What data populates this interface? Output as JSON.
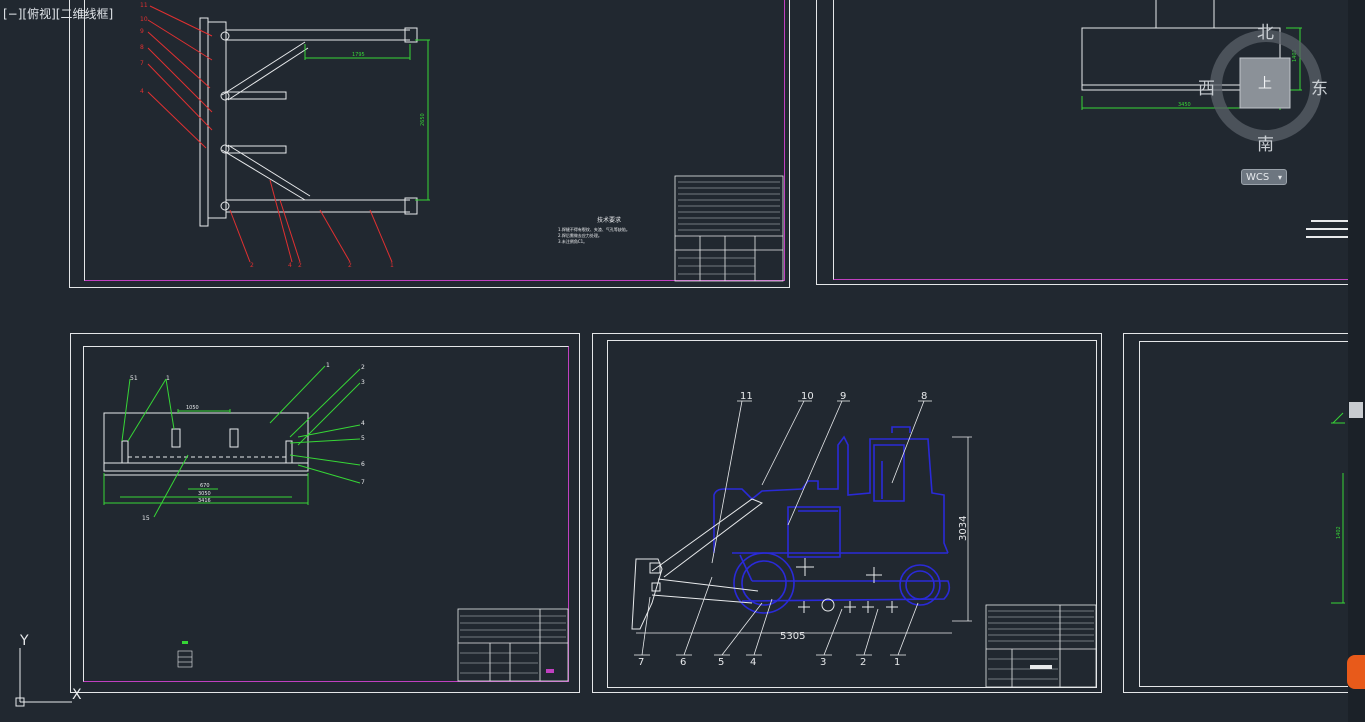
{
  "viewport": {
    "label": "[−][俯视][二维线框]"
  },
  "viewcube": {
    "north": "北",
    "south": "南",
    "east": "东",
    "west": "西",
    "top_face": "上",
    "wcs_label": "WCS"
  },
  "ucs": {
    "y_label": "Y",
    "x_label": "X"
  },
  "sheets": {
    "sheet1": {
      "tech_title": "技术要求",
      "tech_lines": [
        "1.焊缝不得有裂纹、夹渣、气孔等缺陷。",
        "2.焊后需做去应力处理。",
        "3.未注倒角C1。"
      ],
      "balloons": [
        "1",
        "2",
        "2",
        "4",
        "2",
        "4",
        "7",
        "8",
        "9",
        "10",
        "11"
      ],
      "dims": {
        "horizontal": "1795",
        "vertical": "2650"
      }
    },
    "sheet2": {
      "dims": {
        "width": "3450",
        "height": "1402"
      }
    },
    "sheet3": {
      "balloons_right": [
        "1",
        "2",
        "3",
        "4",
        "5",
        "6",
        "7"
      ],
      "balloons_left": [
        "51",
        "1",
        "15"
      ],
      "dims": {
        "d1": "1050",
        "d2": "670",
        "d3": "3050",
        "d4": "3416"
      }
    },
    "sheet4": {
      "balloons_top": [
        "11",
        "10",
        "9",
        "8"
      ],
      "balloons_bottom": [
        "7",
        "6",
        "5",
        "4",
        "3",
        "2",
        "1"
      ],
      "dims": {
        "length": "5305",
        "height": "3034"
      }
    },
    "sheet5": {
      "dims": {
        "height": "1402"
      }
    }
  }
}
